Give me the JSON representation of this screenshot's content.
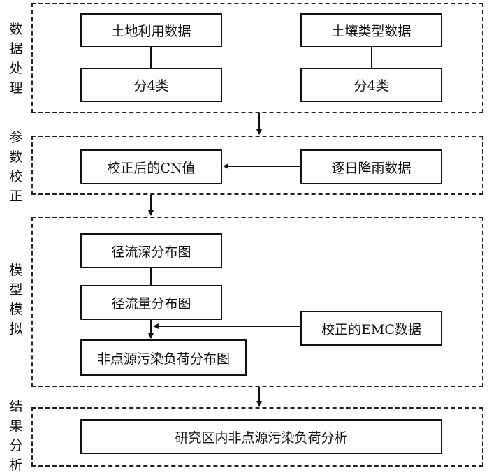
{
  "sections": {
    "processing": "数据处理",
    "calibration": "参数校正",
    "simulation": "模型模拟",
    "analysis": "结果分析"
  },
  "nodes": {
    "land_use": "土地利用数据",
    "soil_type": "土壤类型数据",
    "land_classify": "分4类",
    "soil_classify": "分4类",
    "cn_value": "校正后的CN值",
    "rainfall": "逐日降雨数据",
    "runoff_depth": "径流深分布图",
    "runoff_volume": "径流量分布图",
    "emc_data": "校正的EMC数据",
    "load_map": "非点源污染负荷分布图",
    "load_analysis": "研究区内非点源污染负荷分析"
  }
}
